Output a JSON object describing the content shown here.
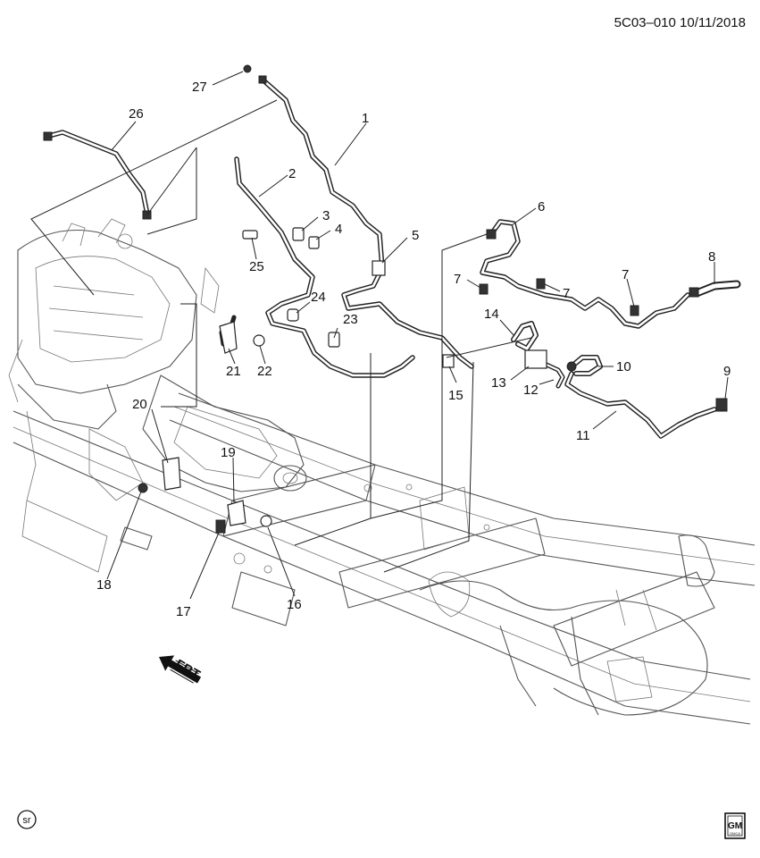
{
  "header": {
    "code_date": "5C03–010 10/11/2018"
  },
  "front_arrow_label": "FRT",
  "sr_badge": "sr",
  "logo": {
    "text": "GM",
    "subtext": "GMCA"
  },
  "callouts": [
    {
      "id": "c1",
      "label": "1"
    },
    {
      "id": "c2",
      "label": "2"
    },
    {
      "id": "c3",
      "label": "3"
    },
    {
      "id": "c4",
      "label": "4"
    },
    {
      "id": "c5",
      "label": "5"
    },
    {
      "id": "c6",
      "label": "6"
    },
    {
      "id": "c7a",
      "label": "7"
    },
    {
      "id": "c7b",
      "label": "7"
    },
    {
      "id": "c7c",
      "label": "7"
    },
    {
      "id": "c8",
      "label": "8"
    },
    {
      "id": "c9",
      "label": "9"
    },
    {
      "id": "c10",
      "label": "10"
    },
    {
      "id": "c11",
      "label": "11"
    },
    {
      "id": "c12",
      "label": "12"
    },
    {
      "id": "c13",
      "label": "13"
    },
    {
      "id": "c14",
      "label": "14"
    },
    {
      "id": "c15",
      "label": "15"
    },
    {
      "id": "c16",
      "label": "16"
    },
    {
      "id": "c17",
      "label": "17"
    },
    {
      "id": "c18",
      "label": "18"
    },
    {
      "id": "c19",
      "label": "19"
    },
    {
      "id": "c20",
      "label": "20"
    },
    {
      "id": "c21",
      "label": "21"
    },
    {
      "id": "c22",
      "label": "22"
    },
    {
      "id": "c23",
      "label": "23"
    },
    {
      "id": "c24",
      "label": "24"
    },
    {
      "id": "c25",
      "label": "25"
    },
    {
      "id": "c26",
      "label": "26"
    },
    {
      "id": "c27",
      "label": "27"
    }
  ]
}
